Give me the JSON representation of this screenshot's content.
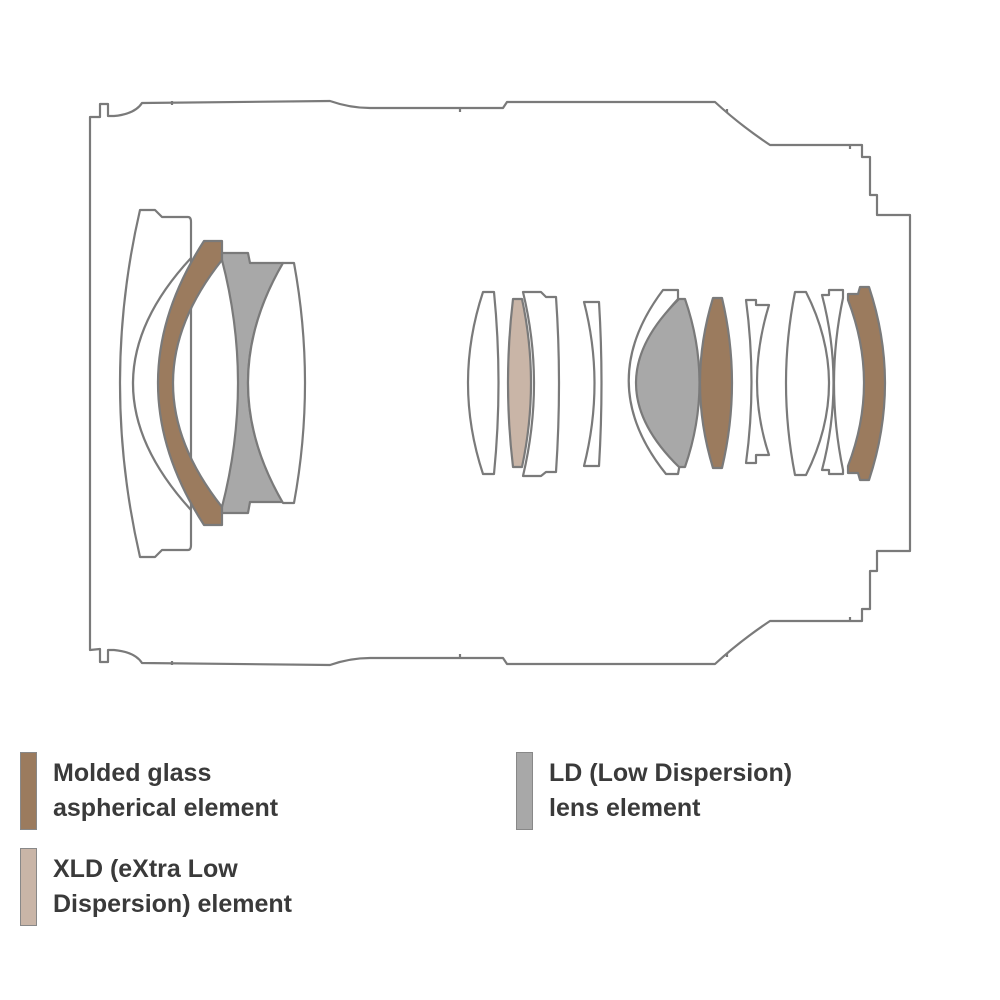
{
  "legend": [
    {
      "id": "molded",
      "line1": "Molded glass",
      "line2": "aspherical element",
      "color": "#9b7b5e"
    },
    {
      "id": "ld",
      "line1": "LD (Low Dispersion)",
      "line2": "lens element",
      "color": "#a8a8a8"
    },
    {
      "id": "xld",
      "line1": "XLD (eXtra Low",
      "line2": "Dispersion) element",
      "color": "#c9b5a7"
    }
  ],
  "colors": {
    "outline": "#7a7a7a",
    "molded": "#9b7b5e",
    "ld": "#a8a8a8",
    "xld": "#c9b5a7"
  }
}
